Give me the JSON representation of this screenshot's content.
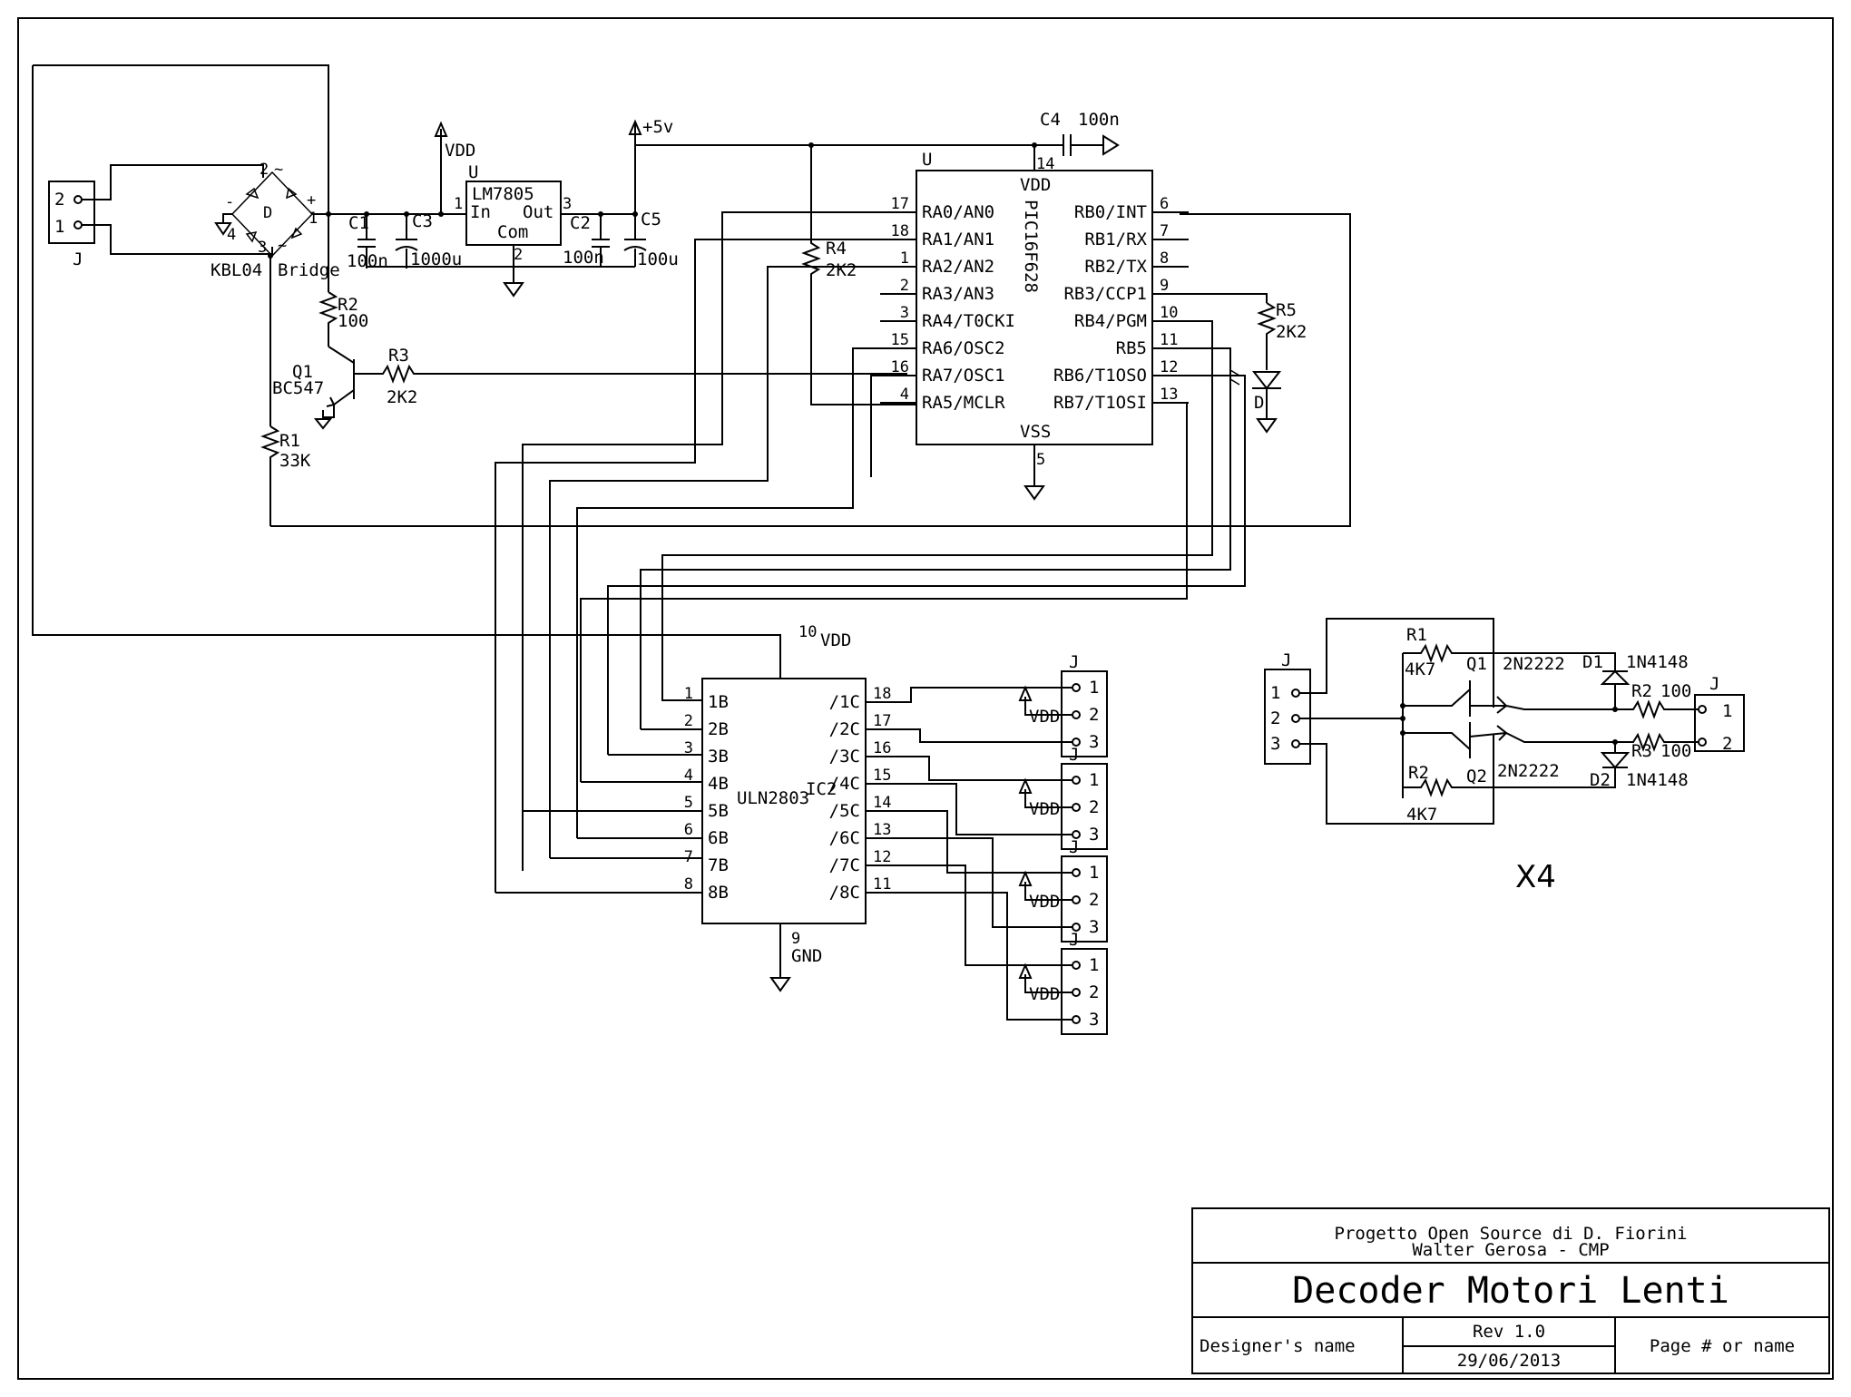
{
  "title_block": {
    "project_line1": "Progetto Open Source di D. Fiorini",
    "project_line2": "Walter Gerosa - CMP",
    "title": "Decoder Motori Lenti",
    "designer_label": "Designer's name",
    "revision": "Rev 1.0",
    "date": "29/06/2013",
    "page_label": "Page # or name"
  },
  "power": {
    "connector": {
      "ref": "J",
      "pins": [
        "2",
        "1"
      ]
    },
    "bridge": {
      "ref": "D",
      "part": "KBL04",
      "type": "Bridge",
      "pins": [
        "2",
        "4",
        "1",
        "3"
      ]
    },
    "c1": {
      "ref": "C1",
      "value": "100n"
    },
    "c3": {
      "ref": "C3",
      "value": "1000u"
    },
    "regulator": {
      "ref": "U",
      "part": "LM7805",
      "in": "In",
      "out": "Out",
      "com": "Com",
      "pins": [
        "1",
        "2",
        "3"
      ]
    },
    "c2": {
      "ref": "C2",
      "value": "100n"
    },
    "c5": {
      "ref": "C5",
      "value": "100u"
    },
    "vdd": "VDD",
    "plus5": "+5v"
  },
  "input_stage": {
    "r2": {
      "ref": "R2",
      "value": "100"
    },
    "q1": {
      "ref": "Q1",
      "part": "BC547"
    },
    "r3": {
      "ref": "R3",
      "value": "2K2"
    },
    "r1": {
      "ref": "R1",
      "value": "33K"
    }
  },
  "mcu": {
    "ref": "U",
    "part": "PIC16F628",
    "vdd": "VDD",
    "vss": "VSS",
    "vdd_pin": "14",
    "vss_pin": "5",
    "left_pins": [
      {
        "num": "17",
        "name": "RA0/AN0"
      },
      {
        "num": "18",
        "name": "RA1/AN1"
      },
      {
        "num": "1",
        "name": "RA2/AN2"
      },
      {
        "num": "2",
        "name": "RA3/AN3"
      },
      {
        "num": "3",
        "name": "RA4/T0CKI"
      },
      {
        "num": "15",
        "name": "RA6/OSC2"
      },
      {
        "num": "16",
        "name": "RA7/OSC1"
      },
      {
        "num": "4",
        "name": "RA5/MCLR"
      }
    ],
    "right_pins": [
      {
        "num": "6",
        "name": "RB0/INT"
      },
      {
        "num": "7",
        "name": "RB1/RX"
      },
      {
        "num": "8",
        "name": "RB2/TX"
      },
      {
        "num": "9",
        "name": "RB3/CCP1"
      },
      {
        "num": "10",
        "name": "RB4/PGM"
      },
      {
        "num": "11",
        "name": "RB5"
      },
      {
        "num": "12",
        "name": "RB6/T1OSO"
      },
      {
        "num": "13",
        "name": "RB7/T1OSI"
      }
    ],
    "c4": {
      "ref": "C4",
      "value": "100n"
    },
    "r4": {
      "ref": "R4",
      "value": "2K2"
    },
    "r5": {
      "ref": "R5",
      "value": "2K2"
    },
    "led": {
      "ref": "D"
    }
  },
  "driver": {
    "ref": "IC2",
    "part": "ULN2803",
    "vdd_pin": "10",
    "vdd": "VDD",
    "gnd_pin": "9",
    "gnd": "GND",
    "inputs": [
      {
        "num": "1",
        "name": "1B"
      },
      {
        "num": "2",
        "name": "2B"
      },
      {
        "num": "3",
        "name": "3B"
      },
      {
        "num": "4",
        "name": "4B"
      },
      {
        "num": "5",
        "name": "5B"
      },
      {
        "num": "6",
        "name": "6B"
      },
      {
        "num": "7",
        "name": "7B"
      },
      {
        "num": "8",
        "name": "8B"
      }
    ],
    "outputs": [
      {
        "num": "18",
        "name": "/1C"
      },
      {
        "num": "17",
        "name": "/2C"
      },
      {
        "num": "16",
        "name": "/3C"
      },
      {
        "num": "15",
        "name": "/4C"
      },
      {
        "num": "14",
        "name": "/5C"
      },
      {
        "num": "13",
        "name": "/6C"
      },
      {
        "num": "12",
        "name": "/7C"
      },
      {
        "num": "11",
        "name": "/8C"
      }
    ]
  },
  "motor_connectors": {
    "ref": "J",
    "pins": [
      "1",
      "2",
      "3"
    ],
    "vdd": "VDD"
  },
  "output_stage": {
    "j_in": {
      "ref": "J",
      "pins": [
        "1",
        "2",
        "3"
      ]
    },
    "r1": {
      "ref": "R1",
      "value": "4K7"
    },
    "r2": {
      "ref": "R2",
      "value": "4K7"
    },
    "q1": {
      "ref": "Q1",
      "part": "2N2222"
    },
    "q2": {
      "ref": "Q2",
      "part": "2N2222"
    },
    "d1": {
      "ref": "D1",
      "part": "1N4148"
    },
    "d2": {
      "ref": "D2",
      "part": "1N4148"
    },
    "r2b": {
      "ref": "R2",
      "value": "100"
    },
    "r3b": {
      "ref": "R3",
      "value": "100"
    },
    "j_out": {
      "ref": "J",
      "pins": [
        "1",
        "2"
      ]
    },
    "multiplier": "X4"
  }
}
